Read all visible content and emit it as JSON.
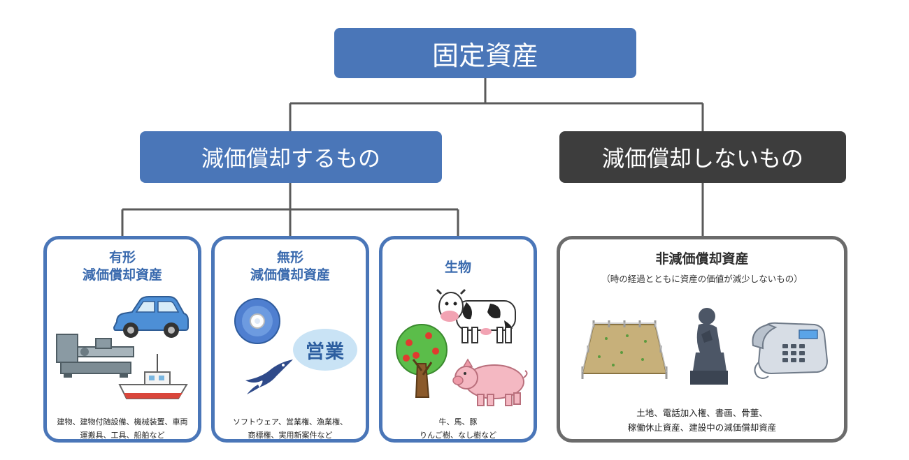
{
  "root": {
    "label": "固定資産"
  },
  "branches": {
    "depreciable": {
      "label": "減価償却するもの"
    },
    "non_depreciable": {
      "label": "減価償却しないもの"
    }
  },
  "cards": {
    "tangible": {
      "title_line1": "有形",
      "title_line2": "減価償却資産",
      "examples_line1": "建物、建物付随設備、機械装置、車両",
      "examples_line2": "運搬具、工具、船舶など"
    },
    "intangible": {
      "title_line1": "無形",
      "title_line2": "減価償却資産",
      "badge_text": "営業",
      "examples_line1": "ソフトウェア、営業権、漁業権、",
      "examples_line2": "商標権、実用新案件など"
    },
    "biological": {
      "title": "生物",
      "examples_line1": "牛、馬、豚",
      "examples_line2": "りんご樹、なし樹など"
    },
    "non_depreciable": {
      "title": "非減価償却資産",
      "subtitle": "（時の経過とともに資産の価値が減少しないもの）",
      "examples_line1": "土地、電話加入権、書画、骨董、",
      "examples_line2": "稼働休止資産、建設中の減価償却資産"
    }
  },
  "icons": [
    "car-icon",
    "lathe-icon",
    "boat-icon",
    "cd-icon",
    "swallow-icon",
    "cow-icon",
    "apple-tree-icon",
    "pig-icon",
    "land-icon",
    "statue-icon",
    "telephone-icon"
  ],
  "colors": {
    "blue": "#4a76b8",
    "dark": "#3d3d3d",
    "card_gray_border": "#6b6b6b",
    "connector": "#5a5a5a"
  }
}
